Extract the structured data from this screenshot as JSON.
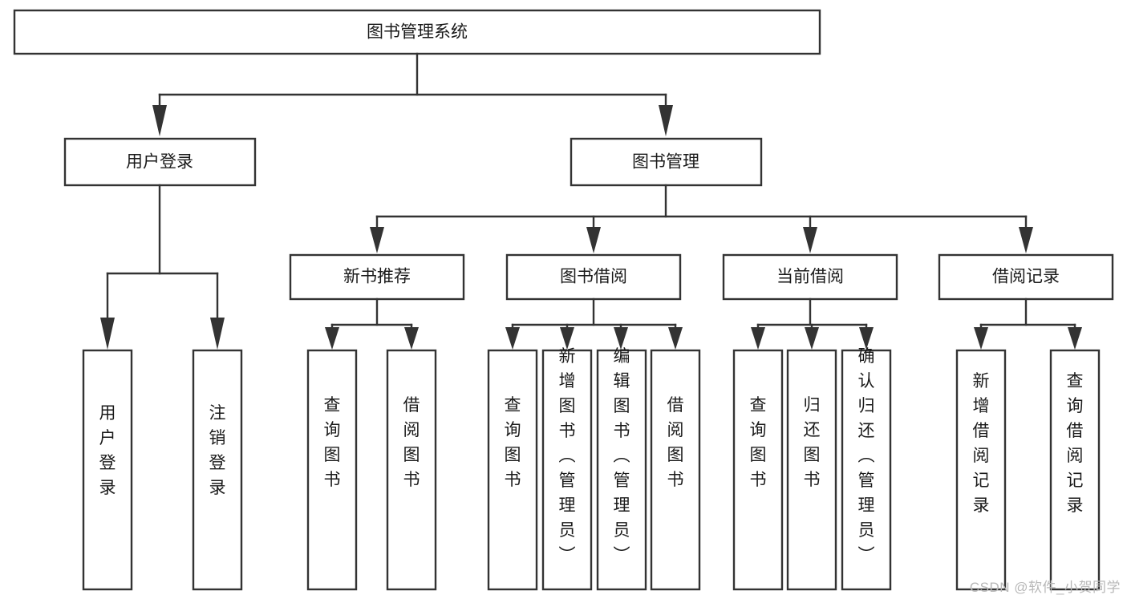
{
  "diagram": {
    "type": "tree-hierarchy-chart",
    "title": "图书管理系统",
    "watermark": "CSDN @软件_小贺同学",
    "colors": {
      "box_stroke": "#333333",
      "box_fill": "#ffffff",
      "text": "#1a1a1a",
      "connector": "#333333",
      "watermark": "#b8b8b8",
      "background": "#ffffff"
    },
    "nodes": {
      "root": {
        "label": "图书管理系统"
      },
      "level2": [
        {
          "id": "user-login",
          "label": "用户登录"
        },
        {
          "id": "book-management",
          "label": "图书管理"
        }
      ],
      "level3": [
        {
          "id": "new-book-recommend",
          "label": "新书推荐"
        },
        {
          "id": "book-borrow",
          "label": "图书借阅"
        },
        {
          "id": "current-borrow",
          "label": "当前借阅"
        },
        {
          "id": "borrow-record",
          "label": "借阅记录"
        }
      ],
      "leaves": {
        "user_login": [
          {
            "id": "leaf-user-login",
            "label": "用户登录"
          },
          {
            "id": "leaf-logout-login",
            "label": "注销登录"
          }
        ],
        "new_book_recommend": [
          {
            "id": "leaf-query-book-1",
            "label": "查询图书"
          },
          {
            "id": "leaf-borrow-book-1",
            "label": "借阅图书"
          }
        ],
        "book_borrow": [
          {
            "id": "leaf-query-book-2",
            "label": "查询图书"
          },
          {
            "id": "leaf-add-book",
            "label": "新增图书（管理员）"
          },
          {
            "id": "leaf-edit-book",
            "label": "编辑图书（管理员）"
          },
          {
            "id": "leaf-borrow-book-2",
            "label": "借阅图书"
          }
        ],
        "current_borrow": [
          {
            "id": "leaf-query-book-3",
            "label": "查询图书"
          },
          {
            "id": "leaf-return-book",
            "label": "归还图书"
          },
          {
            "id": "leaf-confirm-return",
            "label": "确认归还（管理员）"
          }
        ],
        "borrow_record": [
          {
            "id": "leaf-add-record",
            "label": "新增借阅记录"
          },
          {
            "id": "leaf-query-record",
            "label": "查询借阅记录"
          }
        ]
      }
    }
  }
}
